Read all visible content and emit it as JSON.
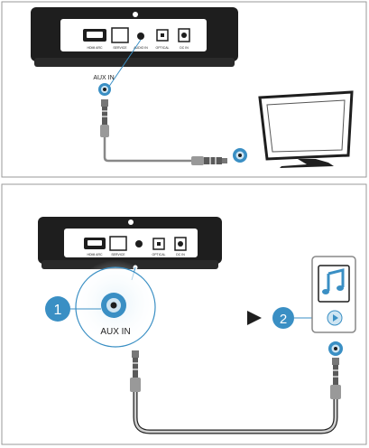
{
  "panel1": {
    "device_ports": [
      "HDMI ARC",
      "SERVICE",
      "AUDIO IN",
      "OPTICAL",
      "DC IN"
    ],
    "aux_label": "AUX IN"
  },
  "panel2": {
    "device_ports": [
      "HDMI ARC",
      "SERVICE",
      "",
      "OPTICAL",
      "DC IN"
    ],
    "aux_label": "AUX IN",
    "step1": "1",
    "step2": "2"
  },
  "colors": {
    "accent_blue": "#3a8fc4",
    "light_blue": "#cfe5f2",
    "frame": "#888888",
    "device_dark": "#1e1e1e"
  },
  "icons": [
    "music-note-icon",
    "play-arrow-icon",
    "tv-icon"
  ]
}
